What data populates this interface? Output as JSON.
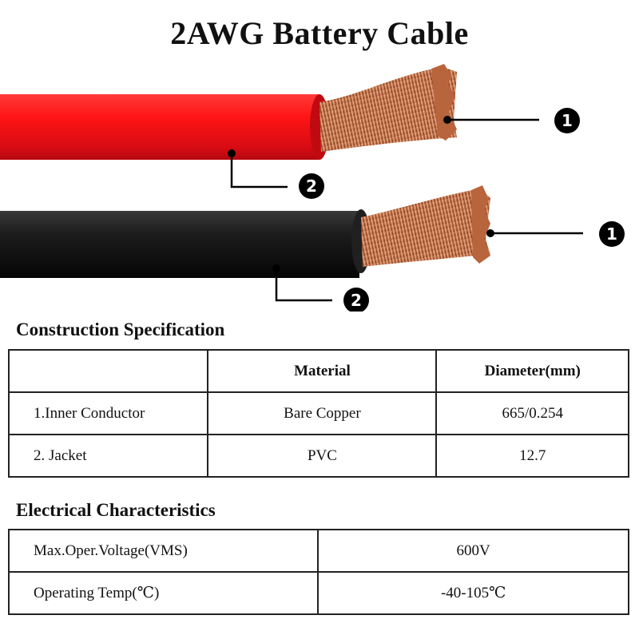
{
  "title": "2AWG Battery Cable",
  "colors": {
    "red_jacket": "#e8101a",
    "black_jacket": "#141414",
    "copper": "#c8784e"
  },
  "callouts": {
    "conductor_marker": "1",
    "jacket_marker": "2"
  },
  "construction": {
    "heading": "Construction Specification",
    "headers": [
      "",
      "Material",
      "Diameter(mm)"
    ],
    "rows": [
      [
        "1.Inner Conductor",
        "Bare Copper",
        "665/0.254"
      ],
      [
        "2. Jacket",
        "PVC",
        "12.7"
      ]
    ]
  },
  "electrical": {
    "heading": "Electrical Characteristics",
    "rows": [
      [
        "Max.Oper.Voltage(VMS)",
        "600V"
      ],
      [
        "Operating Temp(℃)",
        "-40-105℃"
      ]
    ]
  }
}
